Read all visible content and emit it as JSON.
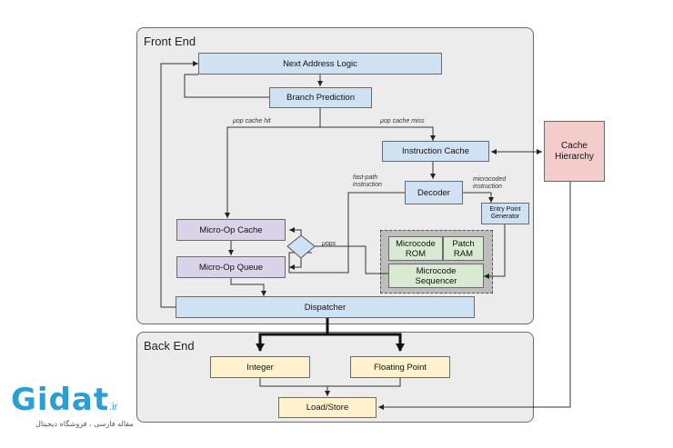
{
  "front_end": {
    "title": "Front End",
    "next_address_logic": "Next Address Logic",
    "branch_prediction": "Branch Prediction",
    "uop_cache_hit": "μop cache hit",
    "uop_cache_miss": "μop cache miss",
    "instruction_cache": "Instruction Cache",
    "fast_path": "fast-path\ninstruction",
    "microcoded": "microcoded\ninstruction",
    "decoder": "Decoder",
    "entry_point_generator": "Entry Point\nGenerator",
    "micro_op_cache": "Micro-Op Cache",
    "micro_op_queue": "Micro-Op Queue",
    "uops": "μops",
    "microcode_rom": "Microcode\nROM",
    "patch_ram": "Patch\nRAM",
    "microcode_sequencer": "Microcode\nSequencer",
    "dispatcher": "Dispatcher"
  },
  "cache_hierarchy": "Cache\nHierarchy",
  "back_end": {
    "title": "Back End",
    "integer": "Integer",
    "floating_point": "Floating Point",
    "load_store": "Load/Store"
  },
  "watermark": {
    "brand": "Gidat",
    "tld": ".ir",
    "tagline": "مقاله فارسی ، فروشگاه دیجیتال"
  }
}
